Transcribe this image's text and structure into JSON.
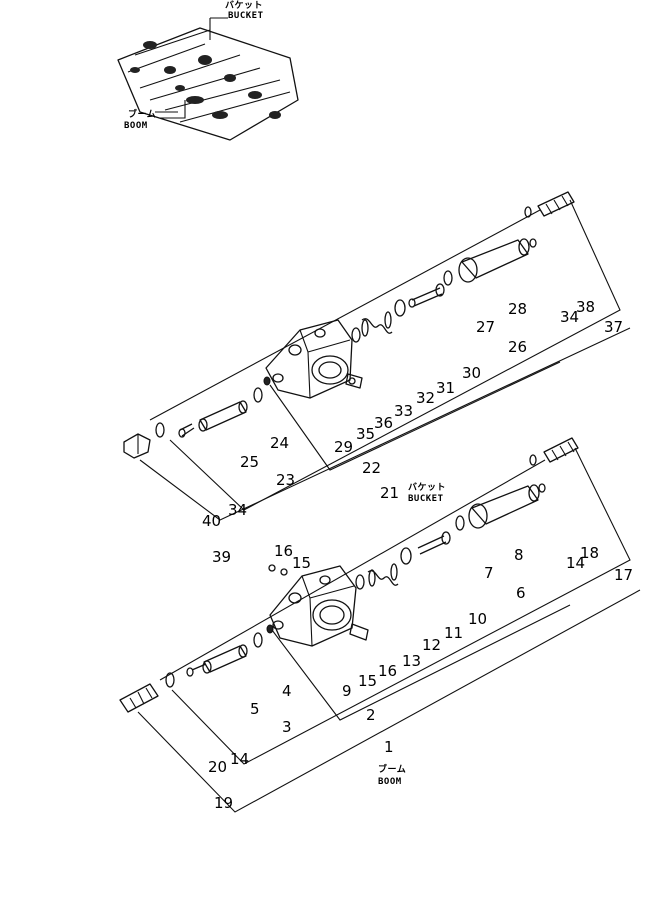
{
  "labels": {
    "bucket_jp": "バケット",
    "bucket_en": "BUCKET",
    "boom_jp": "ブーム",
    "boom_en": "BOOM"
  },
  "parts": {
    "top": [
      "24",
      "25",
      "23",
      "22",
      "21",
      "26",
      "27",
      "28",
      "29",
      "30",
      "31",
      "32",
      "33",
      "34",
      "35",
      "36",
      "37",
      "38",
      "39",
      "40"
    ],
    "bottom": [
      "1",
      "2",
      "3",
      "4",
      "5",
      "6",
      "7",
      "8",
      "9",
      "10",
      "11",
      "12",
      "13",
      "14",
      "15",
      "16",
      "17",
      "18",
      "19",
      "20"
    ]
  }
}
